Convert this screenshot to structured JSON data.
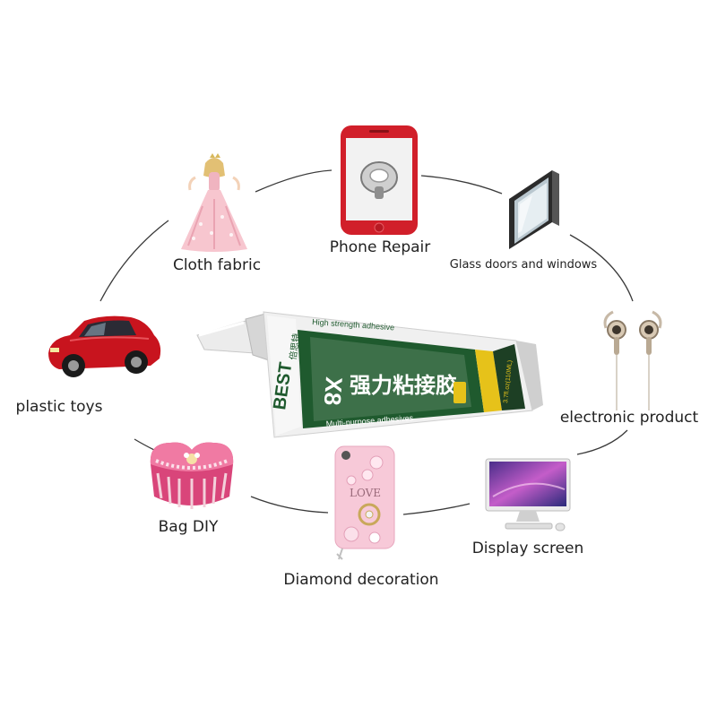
{
  "items": {
    "phone_repair": {
      "label": "Phone Repair",
      "icon": "red-phone-icon"
    },
    "cloth_fabric": {
      "label": "Cloth fabric",
      "icon": "doll-dress-icon"
    },
    "glass": {
      "label": "Glass doors and windows",
      "icon": "glass-pane-icon"
    },
    "plastic_toys": {
      "label": "plastic toys",
      "icon": "toy-car-icon"
    },
    "electronic": {
      "label": "electronic product",
      "icon": "earphones-icon"
    },
    "bag_diy": {
      "label": "Bag DIY",
      "icon": "jewel-box-icon"
    },
    "display": {
      "label": "Display screen",
      "icon": "monitor-icon"
    },
    "diamond": {
      "label": "Diamond decoration",
      "icon": "decorated-phone-case-icon"
    }
  },
  "tube": {
    "brand": "BEST",
    "brand_cn": "倍思特",
    "model": "X8",
    "name_cn": "强力粘接胶",
    "top_text": "High strength adhesive",
    "bottom_text": "Multi-purpose adhesives",
    "side_text": "3.7fl.oz(110ML)"
  },
  "colors": {
    "tube_green": "#1f5a2e",
    "tube_yellow": "#e6c21a",
    "phone_red": "#d11f2a",
    "car_red": "#c8141e",
    "line": "#3a3a3a"
  }
}
